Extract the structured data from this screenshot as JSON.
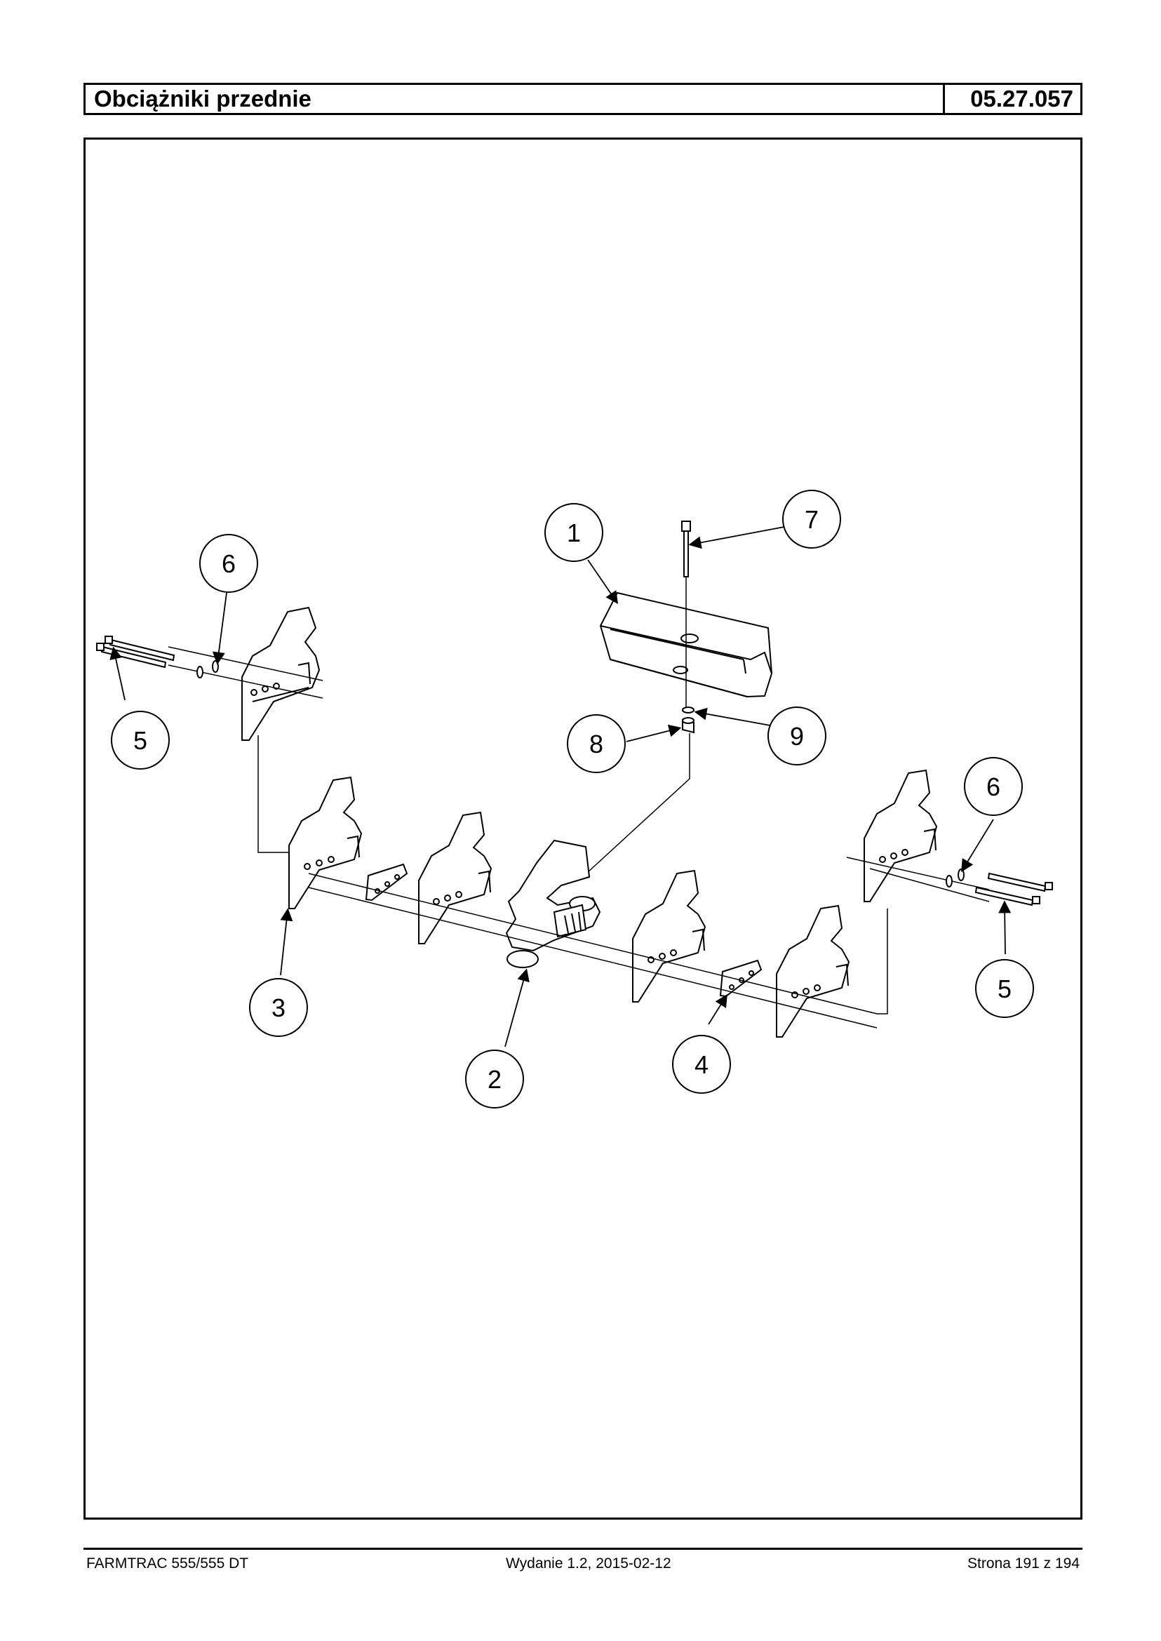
{
  "header": {
    "title": "Obciążniki przednie",
    "code": "05.27.057"
  },
  "diagram": {
    "callouts": [
      "1",
      "2",
      "3",
      "4",
      "5",
      "5",
      "6",
      "6",
      "7",
      "8",
      "9"
    ]
  },
  "footer": {
    "left": "FARMTRAC 555/555 DT",
    "center": "Wydanie 1.2,  2015-02-12",
    "right": "Strona 191 z 194"
  }
}
